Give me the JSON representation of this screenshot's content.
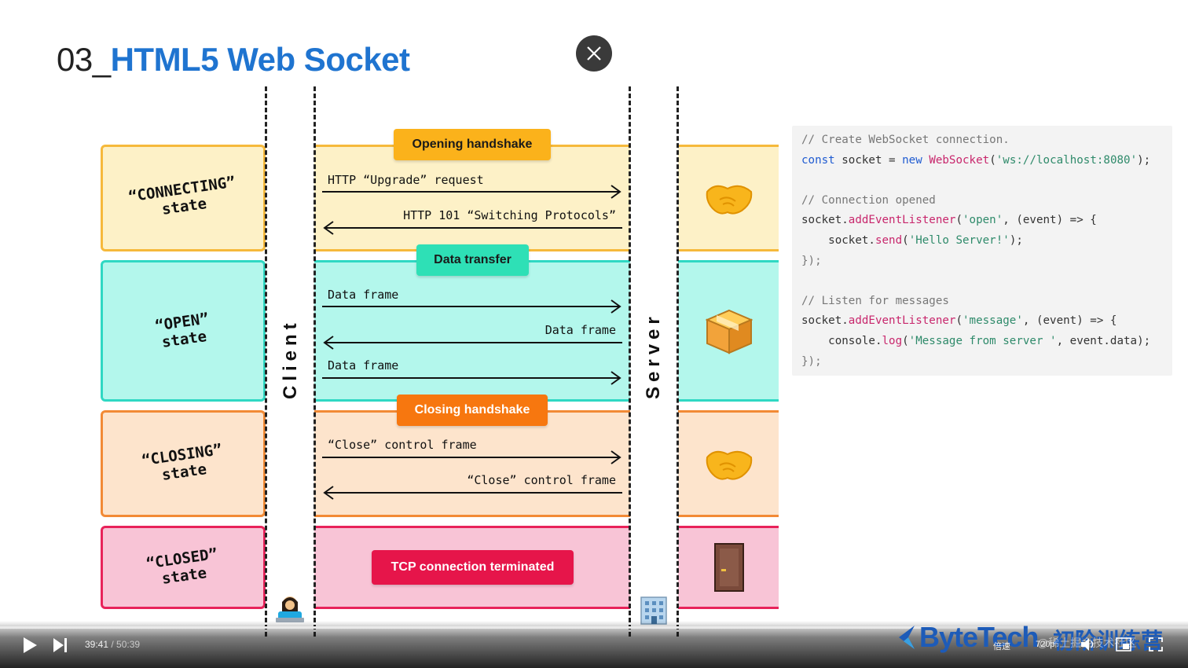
{
  "slide": {
    "number": "03_",
    "title": "HTML5 Web Socket"
  },
  "overlay": {
    "close_icon": "close-icon"
  },
  "diagram": {
    "states": [
      {
        "line1": "“CONNECTING”",
        "line2": "state",
        "color": "#fdf1c7"
      },
      {
        "line1": "“OPEN”",
        "line2": "state",
        "color": "#b3f7ec"
      },
      {
        "line1": "“CLOSING”",
        "line2": "state",
        "color": "#fde4cc"
      },
      {
        "line1": "“CLOSED”",
        "line2": "state",
        "color": "#f8c4d6"
      }
    ],
    "phases": {
      "opening": "Opening handshake",
      "data": "Data transfer",
      "closing": "Closing handshake",
      "terminated": "TCP connection terminated"
    },
    "messages": {
      "upgrade_request": "HTTP “Upgrade” request",
      "switching": "HTTP 101 “Switching Protocols”",
      "data1": "Data frame",
      "data2": "Data frame",
      "data3": "Data frame",
      "close1": "“Close” control frame",
      "close2": "“Close” control frame"
    },
    "client_label": "Client",
    "server_label": "Server",
    "icons": {
      "connecting": "handshake-icon",
      "open": "package-icon",
      "closing": "handshake-icon",
      "closed": "door-icon",
      "client": "person-at-laptop-icon",
      "server": "office-building-icon"
    }
  },
  "code": {
    "l1": "// Create WebSocket connection.",
    "l2_kw": "const",
    "l2_a": " socket = ",
    "l2_new": "new",
    "l2_b": " ",
    "l2_cls": "WebSocket",
    "l2_c": "(",
    "l2_str": "'ws://localhost:8080'",
    "l2_d": ");",
    "l4": "// Connection opened",
    "l5_a": "socket.",
    "l5_fn": "addEventListener",
    "l5_b": "(",
    "l5_str": "'open'",
    "l5_c": ", (event) => {",
    "l6_a": "    socket.",
    "l6_fn": "send",
    "l6_b": "(",
    "l6_str": "'Hello Server!'",
    "l6_c": ");",
    "l7": "});",
    "l9": "// Listen for messages",
    "l10_a": "socket.",
    "l10_fn": "addEventListener",
    "l10_b": "(",
    "l10_str": "'message'",
    "l10_c": ", (event) => {",
    "l11_a": "    console.",
    "l11_fn": "log",
    "l11_b": "(",
    "l11_str": "'Message from server '",
    "l11_c": ", event.data);",
    "l12": "});"
  },
  "player": {
    "current_time": "39:41",
    "separator": " / ",
    "duration": "50:39",
    "progress_fraction": 0.784,
    "speed_label": "倍速",
    "quality_label": "720p",
    "icons": [
      "play-icon",
      "next-icon",
      "volume-icon",
      "picture-in-picture-icon",
      "fullscreen-icon"
    ]
  },
  "branding": {
    "logo_text": "ByteTech",
    "logo_cn": "初阶训练营",
    "watermark": "@稀土掘金技术社区"
  }
}
